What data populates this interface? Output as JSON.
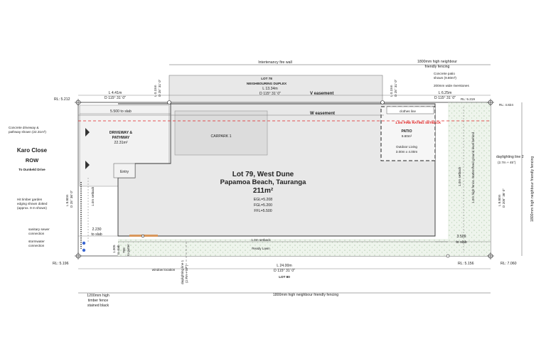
{
  "title": {
    "lot": "Lot 79, West Dune",
    "address": "Papamoa Beach, Tauranga",
    "area": "211m²",
    "egl": "EGL=5.208",
    "fgl": "FGL=5.200",
    "ffl": "FFL=5.500"
  },
  "street": {
    "name": "Karo Close",
    "row": "ROW",
    "to": "To Dunkeld Drive"
  },
  "neighbour": {
    "lot": "LOT 78",
    "type": "NEIGHBOURING DUPLEX",
    "south_lot": "LOT 80"
  },
  "fences": {
    "intertenancy": "Intertenancy fire wall",
    "friendly_top_1": "1800mm high neighbour",
    "friendly_top_2": "friendly fencing",
    "bottom": "1800mm high neighbour friendly fencing",
    "timber_1": "1200mm high",
    "timber_2": "timber fence",
    "timber_3": "stained black",
    "right": "1800mm high neighbour friendly fencing"
  },
  "levels": {
    "rl_tl": "RL: 5.212",
    "rl_bl": "RL: 5.196",
    "rl_tr_a": "RL: 5.219",
    "rl_tr_b": "RL: 4.824",
    "rl_br_a": "RL: 5.156",
    "rl_br_b": "RL: 7.060"
  },
  "dims": {
    "l441": "L 4.41m",
    "d441": "D 115° 31' 0\"",
    "l015a": "L 0.15m",
    "d015a": "D 25° 31' 0\"",
    "l1334": "L 13.34m",
    "d1334": "D 115° 31' 0\"",
    "l015b": "L 0.15m",
    "d015b": "D 25° 31' 0\"",
    "l625": "L 6.25m",
    "d625": "D 115° 31' 0\"",
    "l880l": "L 8.80m",
    "d880l": "D 25° 36' 0\"",
    "l880r": "L 8.80m",
    "d880r": "D 205° 36' 0\"",
    "l2400": "L 24.00m",
    "d2400": "D 115° 31' 0\""
  },
  "labels": {
    "easement_v": "V easement",
    "easement_w": "W easement",
    "slab_5500": "5.500 to slab",
    "slab_2230_a": "2.230",
    "slab_2230_b": "to slab",
    "slab_3509_a": "3.509",
    "slab_3509_b": "to slab",
    "d1005": "1.005",
    "d1005b": "to slab",
    "d785": "785",
    "d785b": "to gutter",
    "driveway_1": "DRIVEWAY &",
    "driveway_2": "PATHWAY",
    "driveway_3": "22.31m²",
    "driveway_note_1": "Concrete driveway &",
    "driveway_note_2": "pathway shown (22.31m²)",
    "carpark": "CARPARK 1",
    "entry": "Entry",
    "patio": "PATIO",
    "patio_area": "9.80m²",
    "outdoor_1": "Outdoor Living",
    "outdoor_2": "3.00m x 4.00m",
    "clothes_line": "clothes line",
    "fire_setback": "1.0m FIRE RATING SETBACK",
    "concrete_patio_1": "Concrete patio",
    "concrete_patio_2": "shown (9.80m²)",
    "stones": "200mm wide riverstones",
    "setback_left": "1.0m setback",
    "setback_bottom": "1.0m setback",
    "setback_right": "1.0m setback",
    "ready_lawn": "Ready Lawn",
    "window": "window location",
    "daylight1_a": "daylighting line 1",
    "daylight1_b": "(2.7m + 37°)",
    "daylight2_a": "daylighting line 2",
    "daylight2_b": "(2.7m + 45°)",
    "right_strip": "1.0m high fence. Batten/feed ground level behind",
    "timber_edging_1": "Hit timber garden",
    "timber_edging_2": "edging shown dotted",
    "timber_edging_3": "(approx. 9 m shown)",
    "sewer_1": "sanitary sewer",
    "sewer_2": "connection",
    "storm_1": "stormwater",
    "storm_2": "connection"
  },
  "colors": {
    "building": "#e8e8e8",
    "lawn": "#eef4ec",
    "setback_red": "#e02020",
    "line": "#333333"
  }
}
